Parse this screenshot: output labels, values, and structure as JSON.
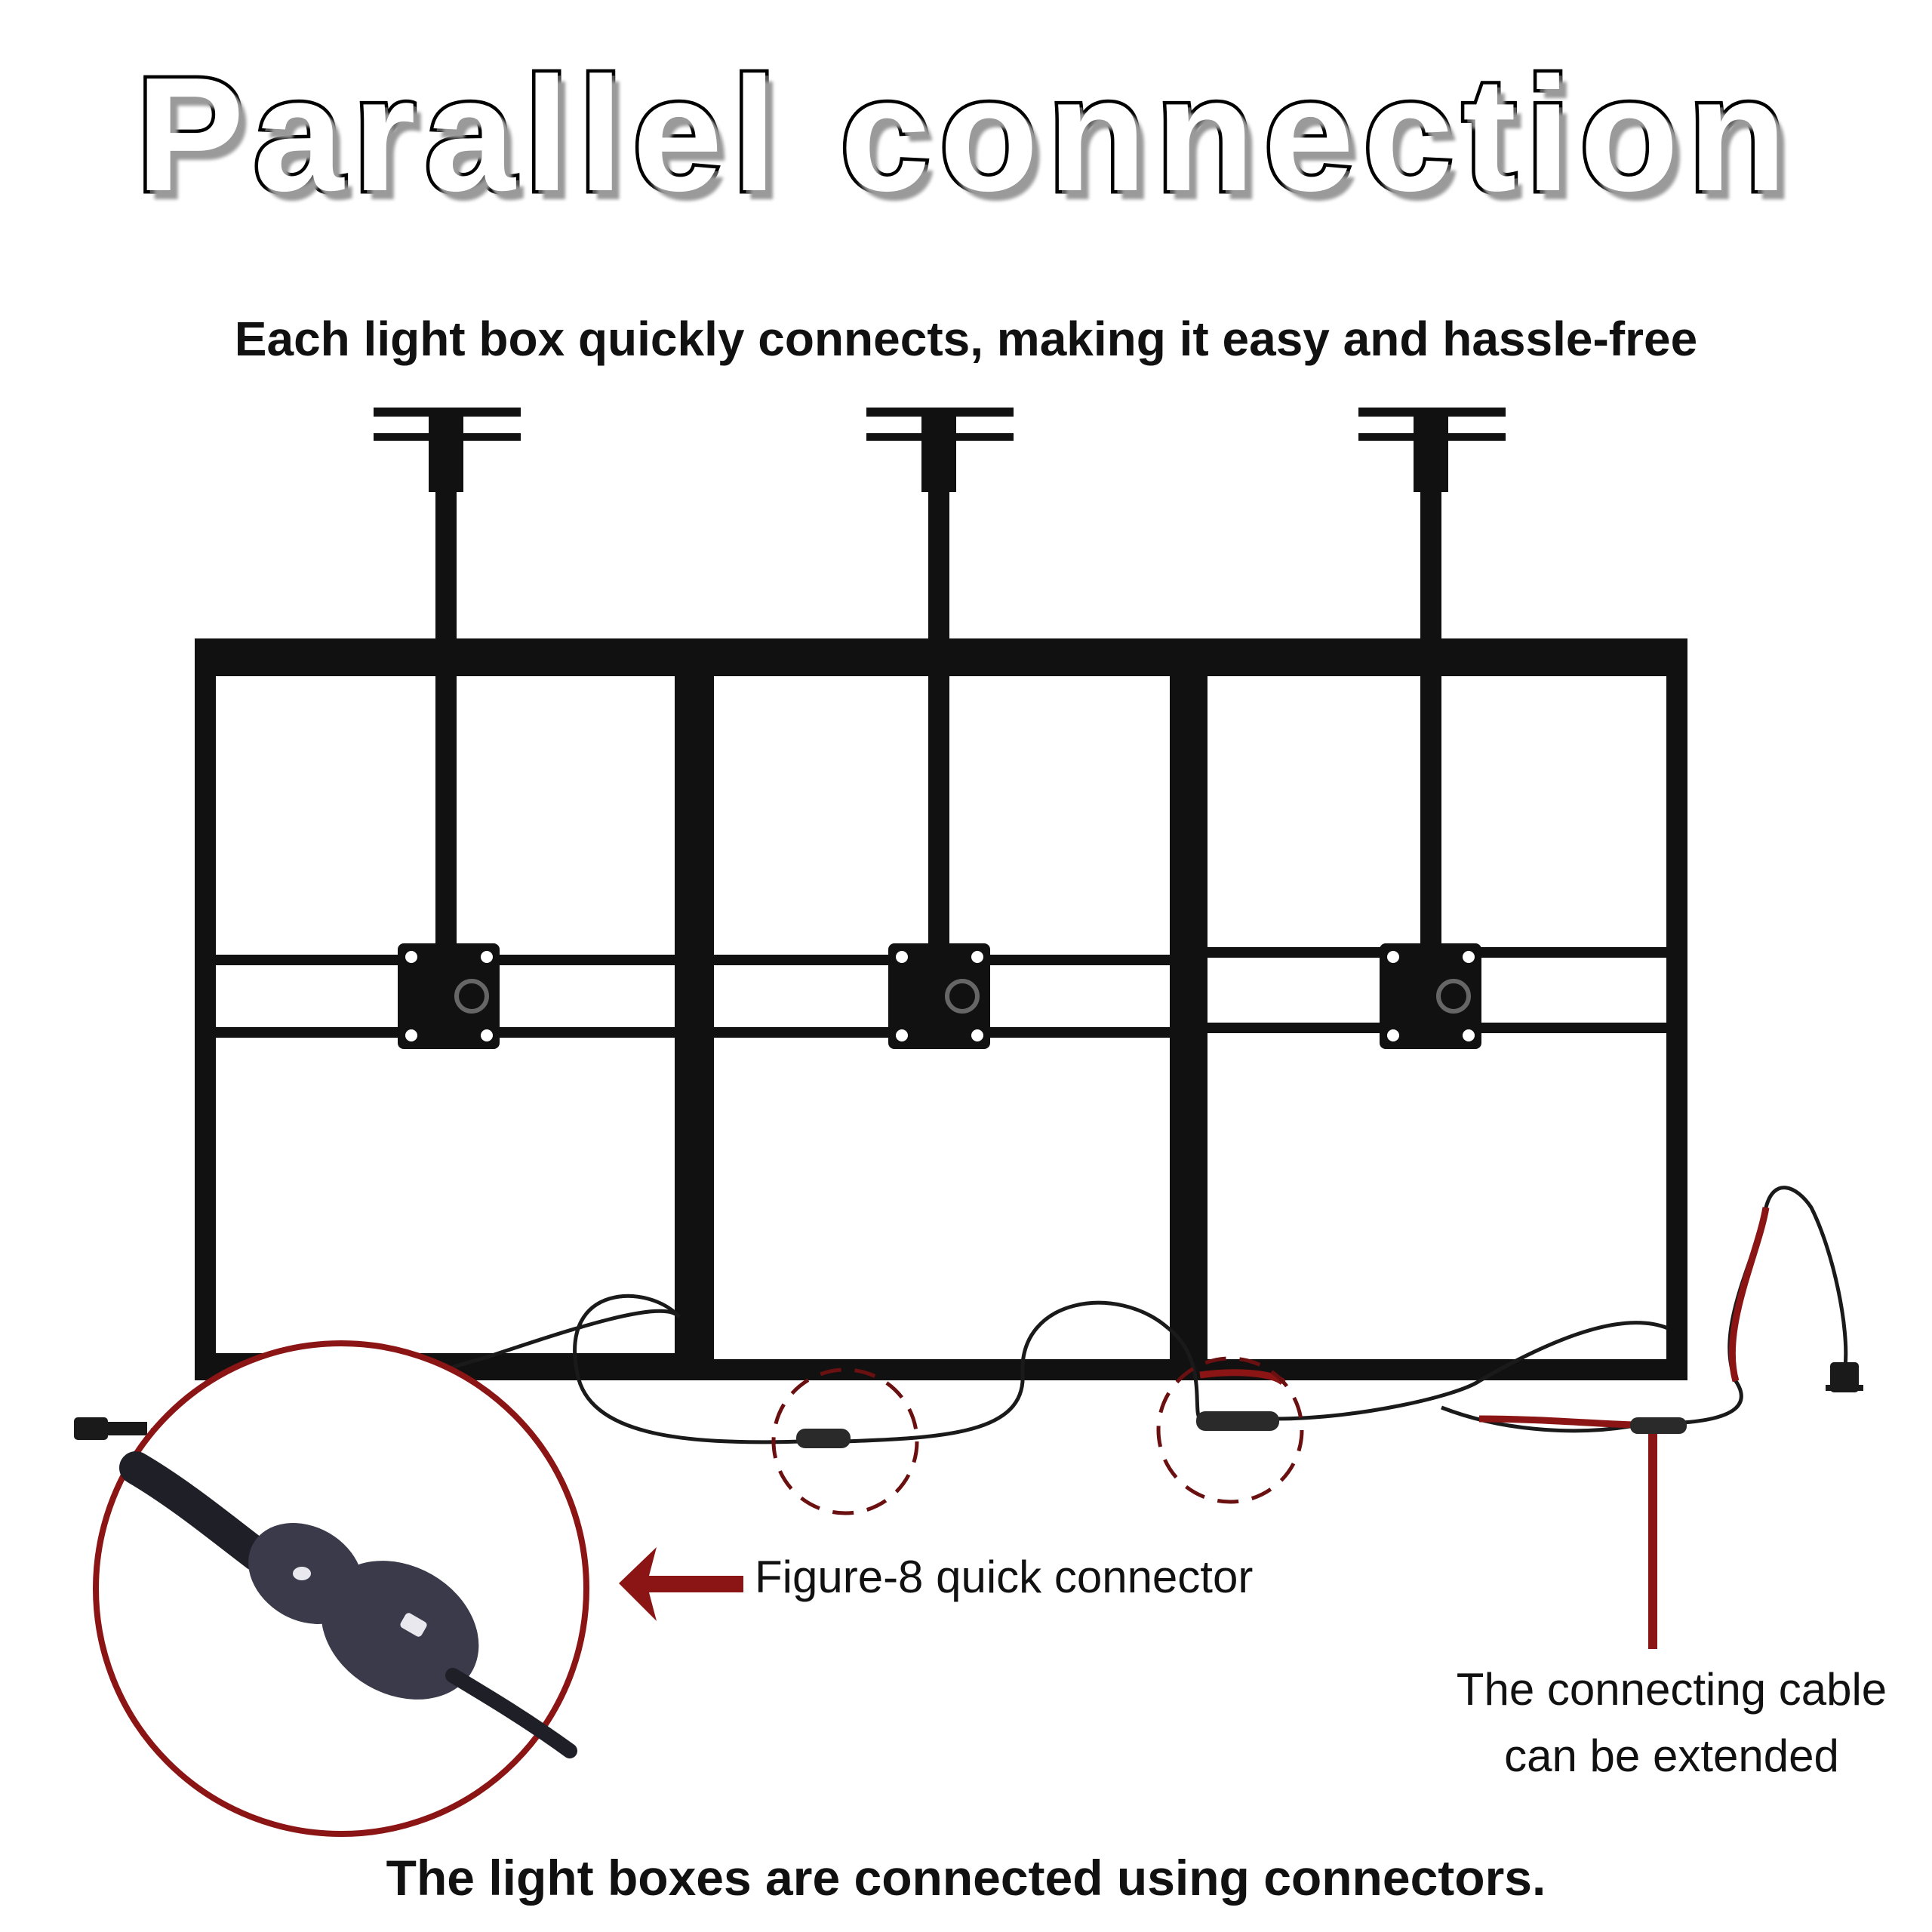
{
  "title": "Parallel connection",
  "subtitle": "Each light box quickly connects, making it easy and hassle-free",
  "callouts": {
    "figure8": "Figure-8 quick connector",
    "cable_line1": "The connecting cable",
    "cable_line2": "can be extended"
  },
  "footer": "The light boxes are connected using connectors.",
  "colors": {
    "frame": "#111111",
    "accent_red": "#8b1414",
    "cable": "#1a1a1a",
    "connector": "#3a3a4a"
  },
  "light_box_count": 3
}
